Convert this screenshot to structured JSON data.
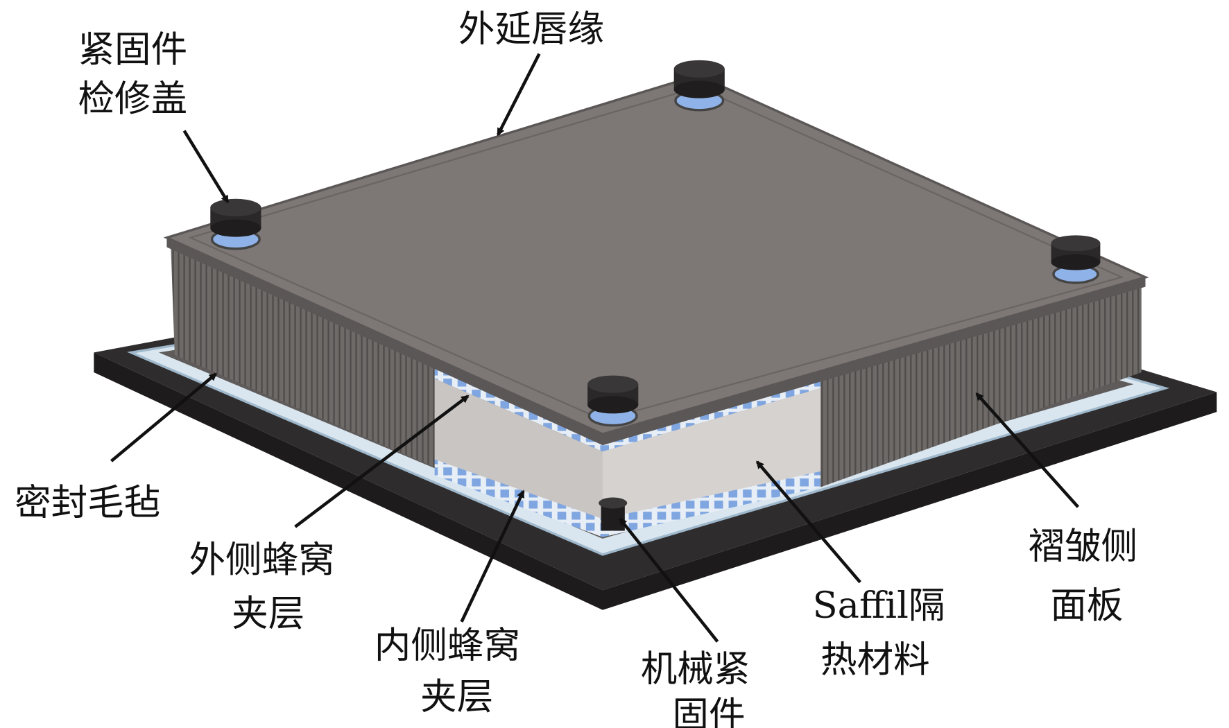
{
  "title": "Thermal protection panel structure diagram",
  "labels": {
    "fastener_cover_1": "紧固件",
    "fastener_cover_2": "检修盖",
    "lip": "外延唇缘",
    "seal_felt": "密封毛毡",
    "outer_honeycomb_1": "外侧蜂窝",
    "outer_honeycomb_2": "夹层",
    "inner_honeycomb_1": "内侧蜂窝",
    "inner_honeycomb_2": "夹层",
    "mech_fastener_1": "机械紧",
    "mech_fastener_2": "固件",
    "saffil_1": "Saffil隔",
    "saffil_2": "热材料",
    "side_panel_1": "褶皱侧",
    "side_panel_2": "面板"
  },
  "colors": {
    "top_plate": "#7d7775",
    "side_wall": "#6a6664",
    "base": "#2f2c2d",
    "felt": "#d9e6ef",
    "honeycomb": "#7fa6e0",
    "saffil": "#c9c5c3"
  }
}
